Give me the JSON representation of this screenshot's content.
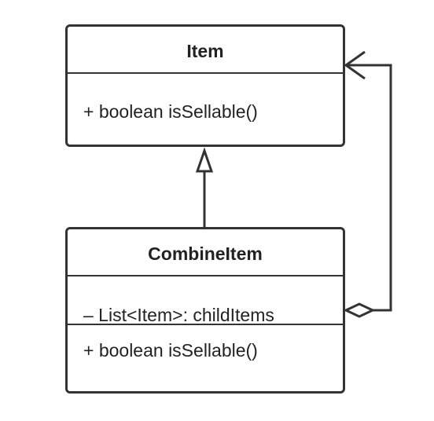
{
  "diagram": {
    "classes": {
      "item": {
        "name": "Item",
        "methods": [
          "+ boolean isSellable()"
        ]
      },
      "combine_item": {
        "name": "CombineItem",
        "attributes": [
          "– List<Item>: childItems"
        ],
        "methods": [
          "+ boolean isSellable()"
        ]
      }
    },
    "relationships": [
      {
        "type": "generalization",
        "from": "CombineItem",
        "to": "Item"
      },
      {
        "type": "aggregation",
        "from": "CombineItem",
        "to": "Item"
      }
    ]
  },
  "colors": {
    "stroke": "#333333",
    "text": "#222222",
    "background": "#ffffff"
  }
}
